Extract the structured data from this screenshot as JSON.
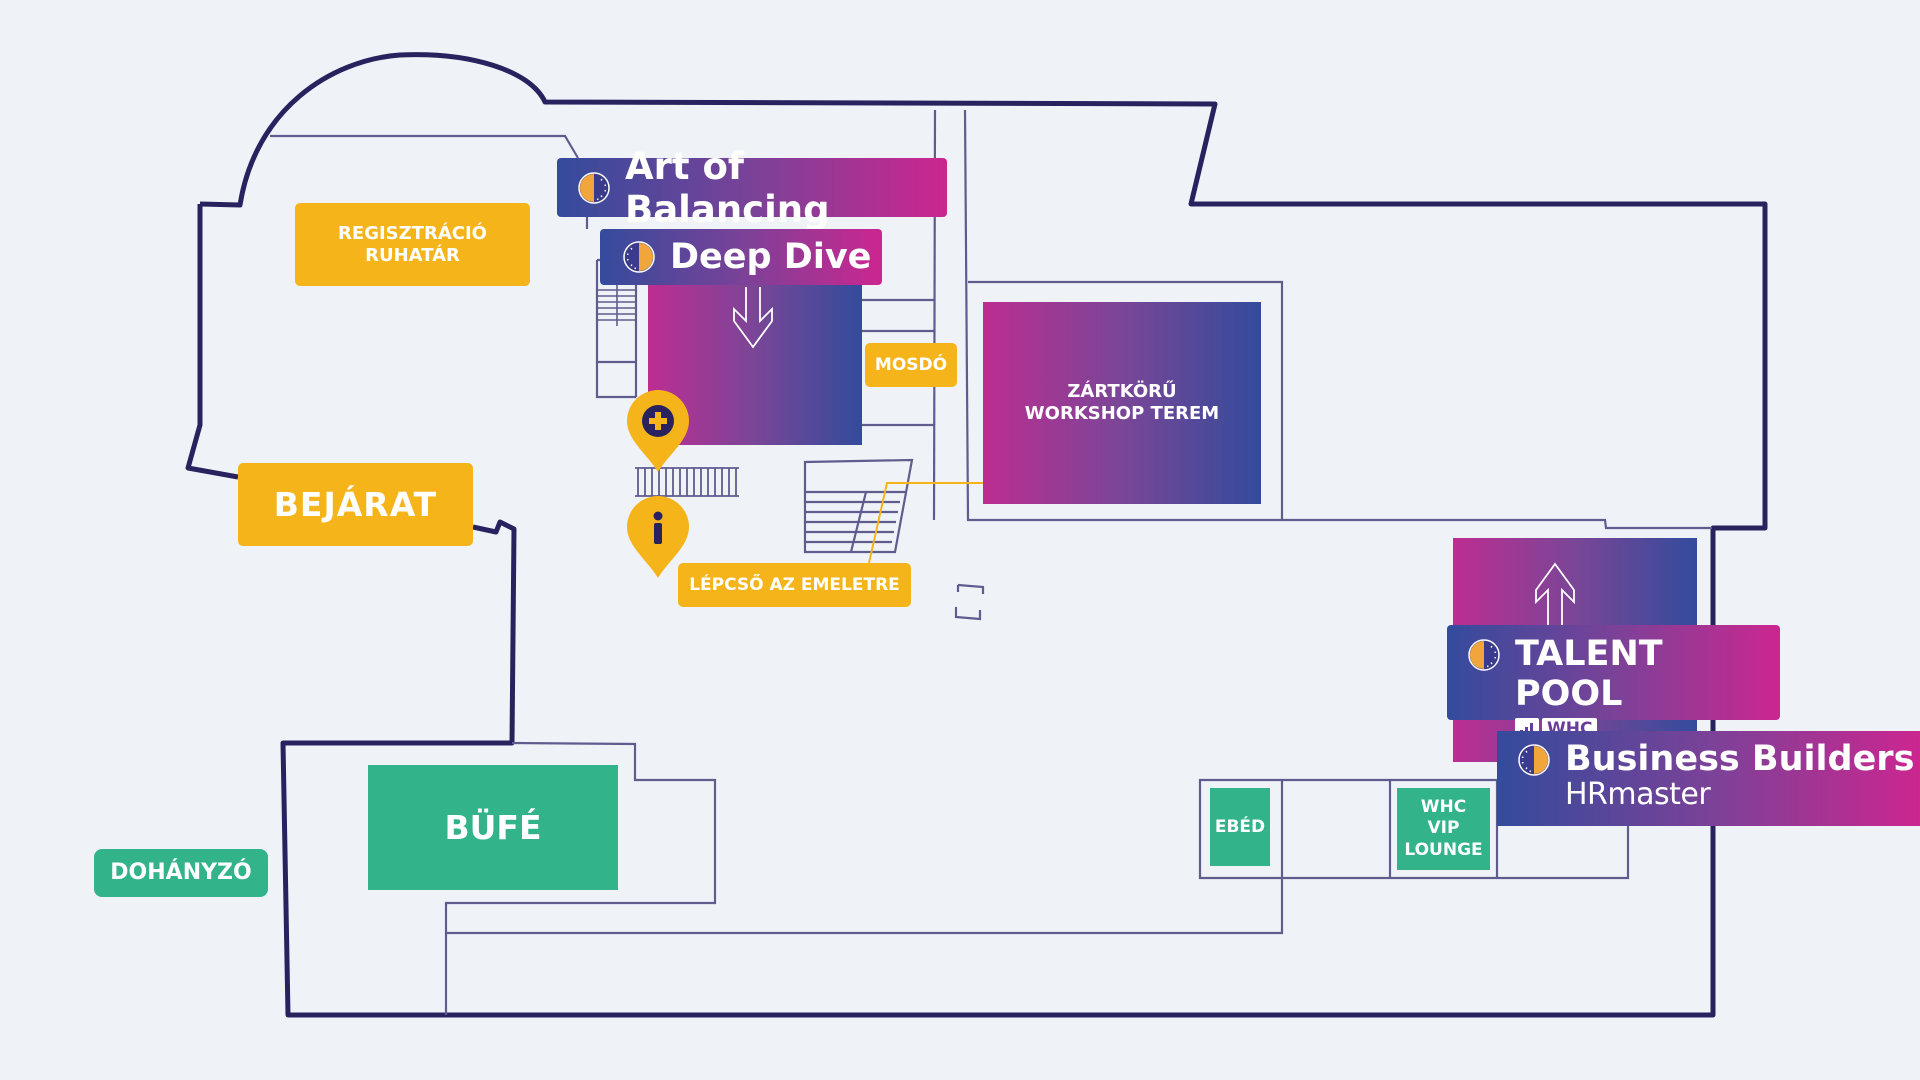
{
  "map": {
    "title": "Floor plan",
    "colors": {
      "background": "#eff3f8",
      "wall": "#28235f",
      "inner_wall": "#5f5c8e",
      "service_label": "#f5b41a",
      "food_label": "#33b389",
      "gradient_magenta": "#c8278f",
      "gradient_blue": "#334b9c"
    }
  },
  "sessions": {
    "art_of_balancing": {
      "label": "Art of Balancing",
      "icon": "half-clock-icon"
    },
    "deep_dive": {
      "label": "Deep Dive",
      "icon": "half-clock-icon"
    },
    "talent_pool": {
      "label": "TALENT POOL",
      "icon": "half-clock-icon",
      "sponsor": "WHC",
      "sponsor_icon": "bar-chart-icon"
    },
    "business_builders": {
      "label": "Business Builders",
      "icon": "half-clock-icon",
      "sponsor": "HRmaster"
    }
  },
  "rooms": {
    "registration": {
      "line1": "REGISZTRÁCIÓ",
      "line2": "RUHATÁR"
    },
    "restroom": {
      "label": "MOSDÓ"
    },
    "workshop": {
      "line1": "ZÁRTKÖRŰ",
      "line2": "WORKSHOP TEREM"
    },
    "entrance": {
      "label": "BEJÁRAT"
    },
    "stairs": {
      "label": "LÉPCSŐ AZ EMELETRE"
    },
    "buffet": {
      "label": "BÜFÉ"
    },
    "smoking": {
      "label": "DOHÁNYZÓ"
    },
    "lunch": {
      "label": "EBÉD"
    },
    "vip_lounge": {
      "line1": "WHC",
      "line2": "VIP",
      "line3": "LOUNGE"
    }
  },
  "markers": {
    "first_aid": {
      "icon": "first-aid-pin-icon"
    },
    "info": {
      "icon": "info-pin-icon",
      "glyph": "i"
    }
  }
}
